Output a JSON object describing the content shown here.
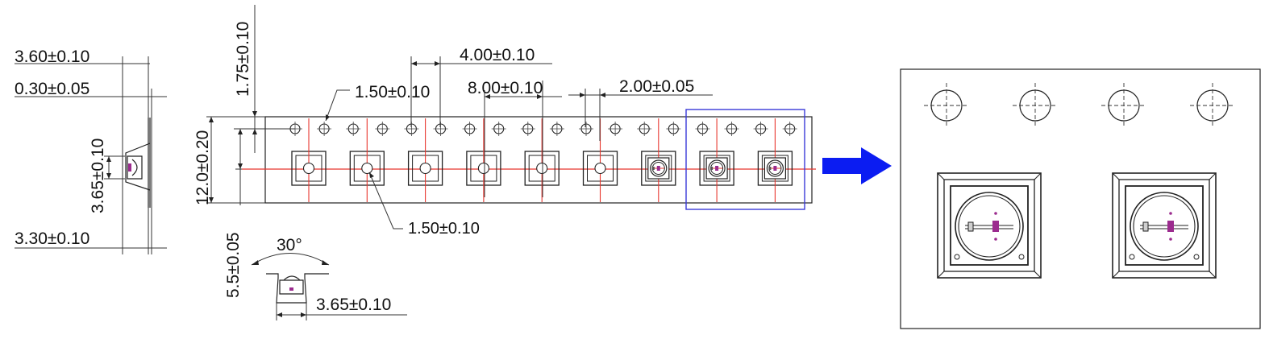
{
  "colors": {
    "line": "#222222",
    "centerline": "#e8362d",
    "highlight_box": "#3a3ad8",
    "arrow": "#0b1cf2",
    "led_die": "#9b2b8e"
  },
  "icons": {
    "arrow": "right-arrow-icon"
  },
  "left_view": {
    "top_width": "3.60±0.10",
    "wall": "0.30±0.05",
    "cavity_depth": "3.65±0.10",
    "bottom_width": "3.30±0.10"
  },
  "tape": {
    "hole_edge": "1.75±0.10",
    "width": "12.0±0.20",
    "sprocket_to_pocket": "5.5±0.05",
    "hole_dia": "1.50±0.10",
    "hole_pitch": "4.00±0.10",
    "pocket_pitch": "8.00±0.10",
    "hole_to_pocket": "2.00±0.05",
    "pocket_hole_dia": "1.50±0.10",
    "pocket_count": 9,
    "populated_pockets": 3,
    "sprocket_count": 18
  },
  "detail": {
    "angle": "30°",
    "cavity_width": "3.65±0.10"
  },
  "zoom": {
    "sprocket_count": 4,
    "pocket_count": 2
  }
}
